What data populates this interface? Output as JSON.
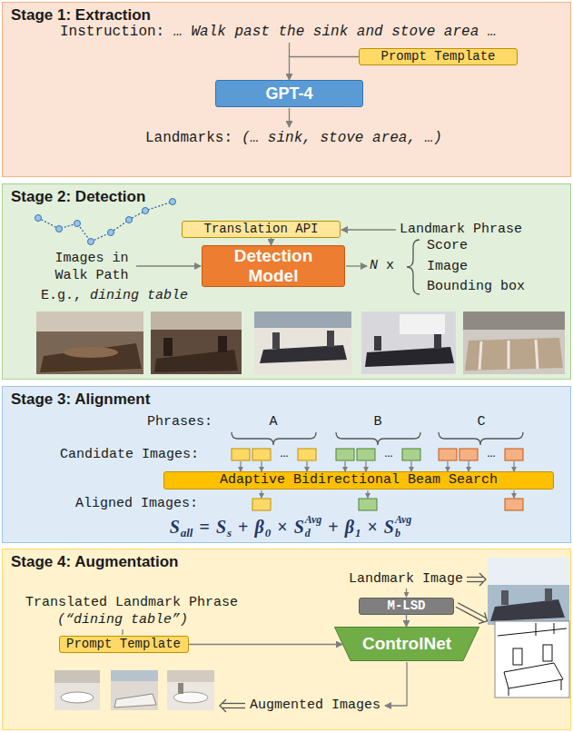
{
  "diagram": {
    "nodes": [
      {
        "text": [
          "Stage 1: Extraction"
        ]
      },
      {
        "text": [
          "Prompt Template"
        ],
        "in": 0
      },
      {
        "text": [
          "GPT-4"
        ],
        "in": 0
      },
      {
        "text": [
          "Stage 2: Detection"
        ]
      },
      {
        "text": [
          "Translation API"
        ],
        "in": 3
      },
      {
        "text": [
          "Detection Model"
        ],
        "in": 3
      },
      {
        "text": [
          "Stage 3: Alignment"
        ]
      },
      {
        "text": [
          "Adaptive Bidirectional Beam Search"
        ],
        "in": 6
      },
      {
        "text": [
          "Stage 4: Augmentation"
        ]
      },
      {
        "text": [
          "M-LSD"
        ],
        "in": 8
      },
      {
        "text": [
          "Prompt Template"
        ],
        "in": 8
      },
      {
        "text": [
          "ControlNet"
        ],
        "in": 8
      }
    ],
    "edges": [
      {
        "from": 1,
        "to": 2,
        "arrow": "to"
      },
      {
        "from": 4,
        "to": 5,
        "arrow": "to"
      },
      {
        "from": 9,
        "to": 11,
        "arrow": "to"
      },
      {
        "from": 10,
        "to": 11,
        "arrow": "to"
      }
    ],
    "labels": [
      "Instruction:",
      "… Walk past the sink and stove area …",
      "Landmarks:",
      "(… sink, stove area, …)",
      "Landmark Phrase",
      "Images in Walk Path",
      "E.g.,",
      "dining table",
      "N",
      "x",
      "Score",
      "Image",
      "Bounding box",
      "Phrases:",
      "A",
      "B",
      "C",
      "Candidate Images:",
      "…",
      "…",
      "…",
      "Aligned Images:",
      "S",
      "all",
      "=",
      "S",
      "s",
      "+",
      "β",
      "0",
      "×",
      "S",
      "d",
      "Avg",
      "+",
      "β",
      "1",
      "×",
      "S",
      "b",
      "Avg",
      "Landmark Image",
      "Translated Landmark Phrase",
      "(“dining table”)",
      "Augmented Images"
    ]
  }
}
